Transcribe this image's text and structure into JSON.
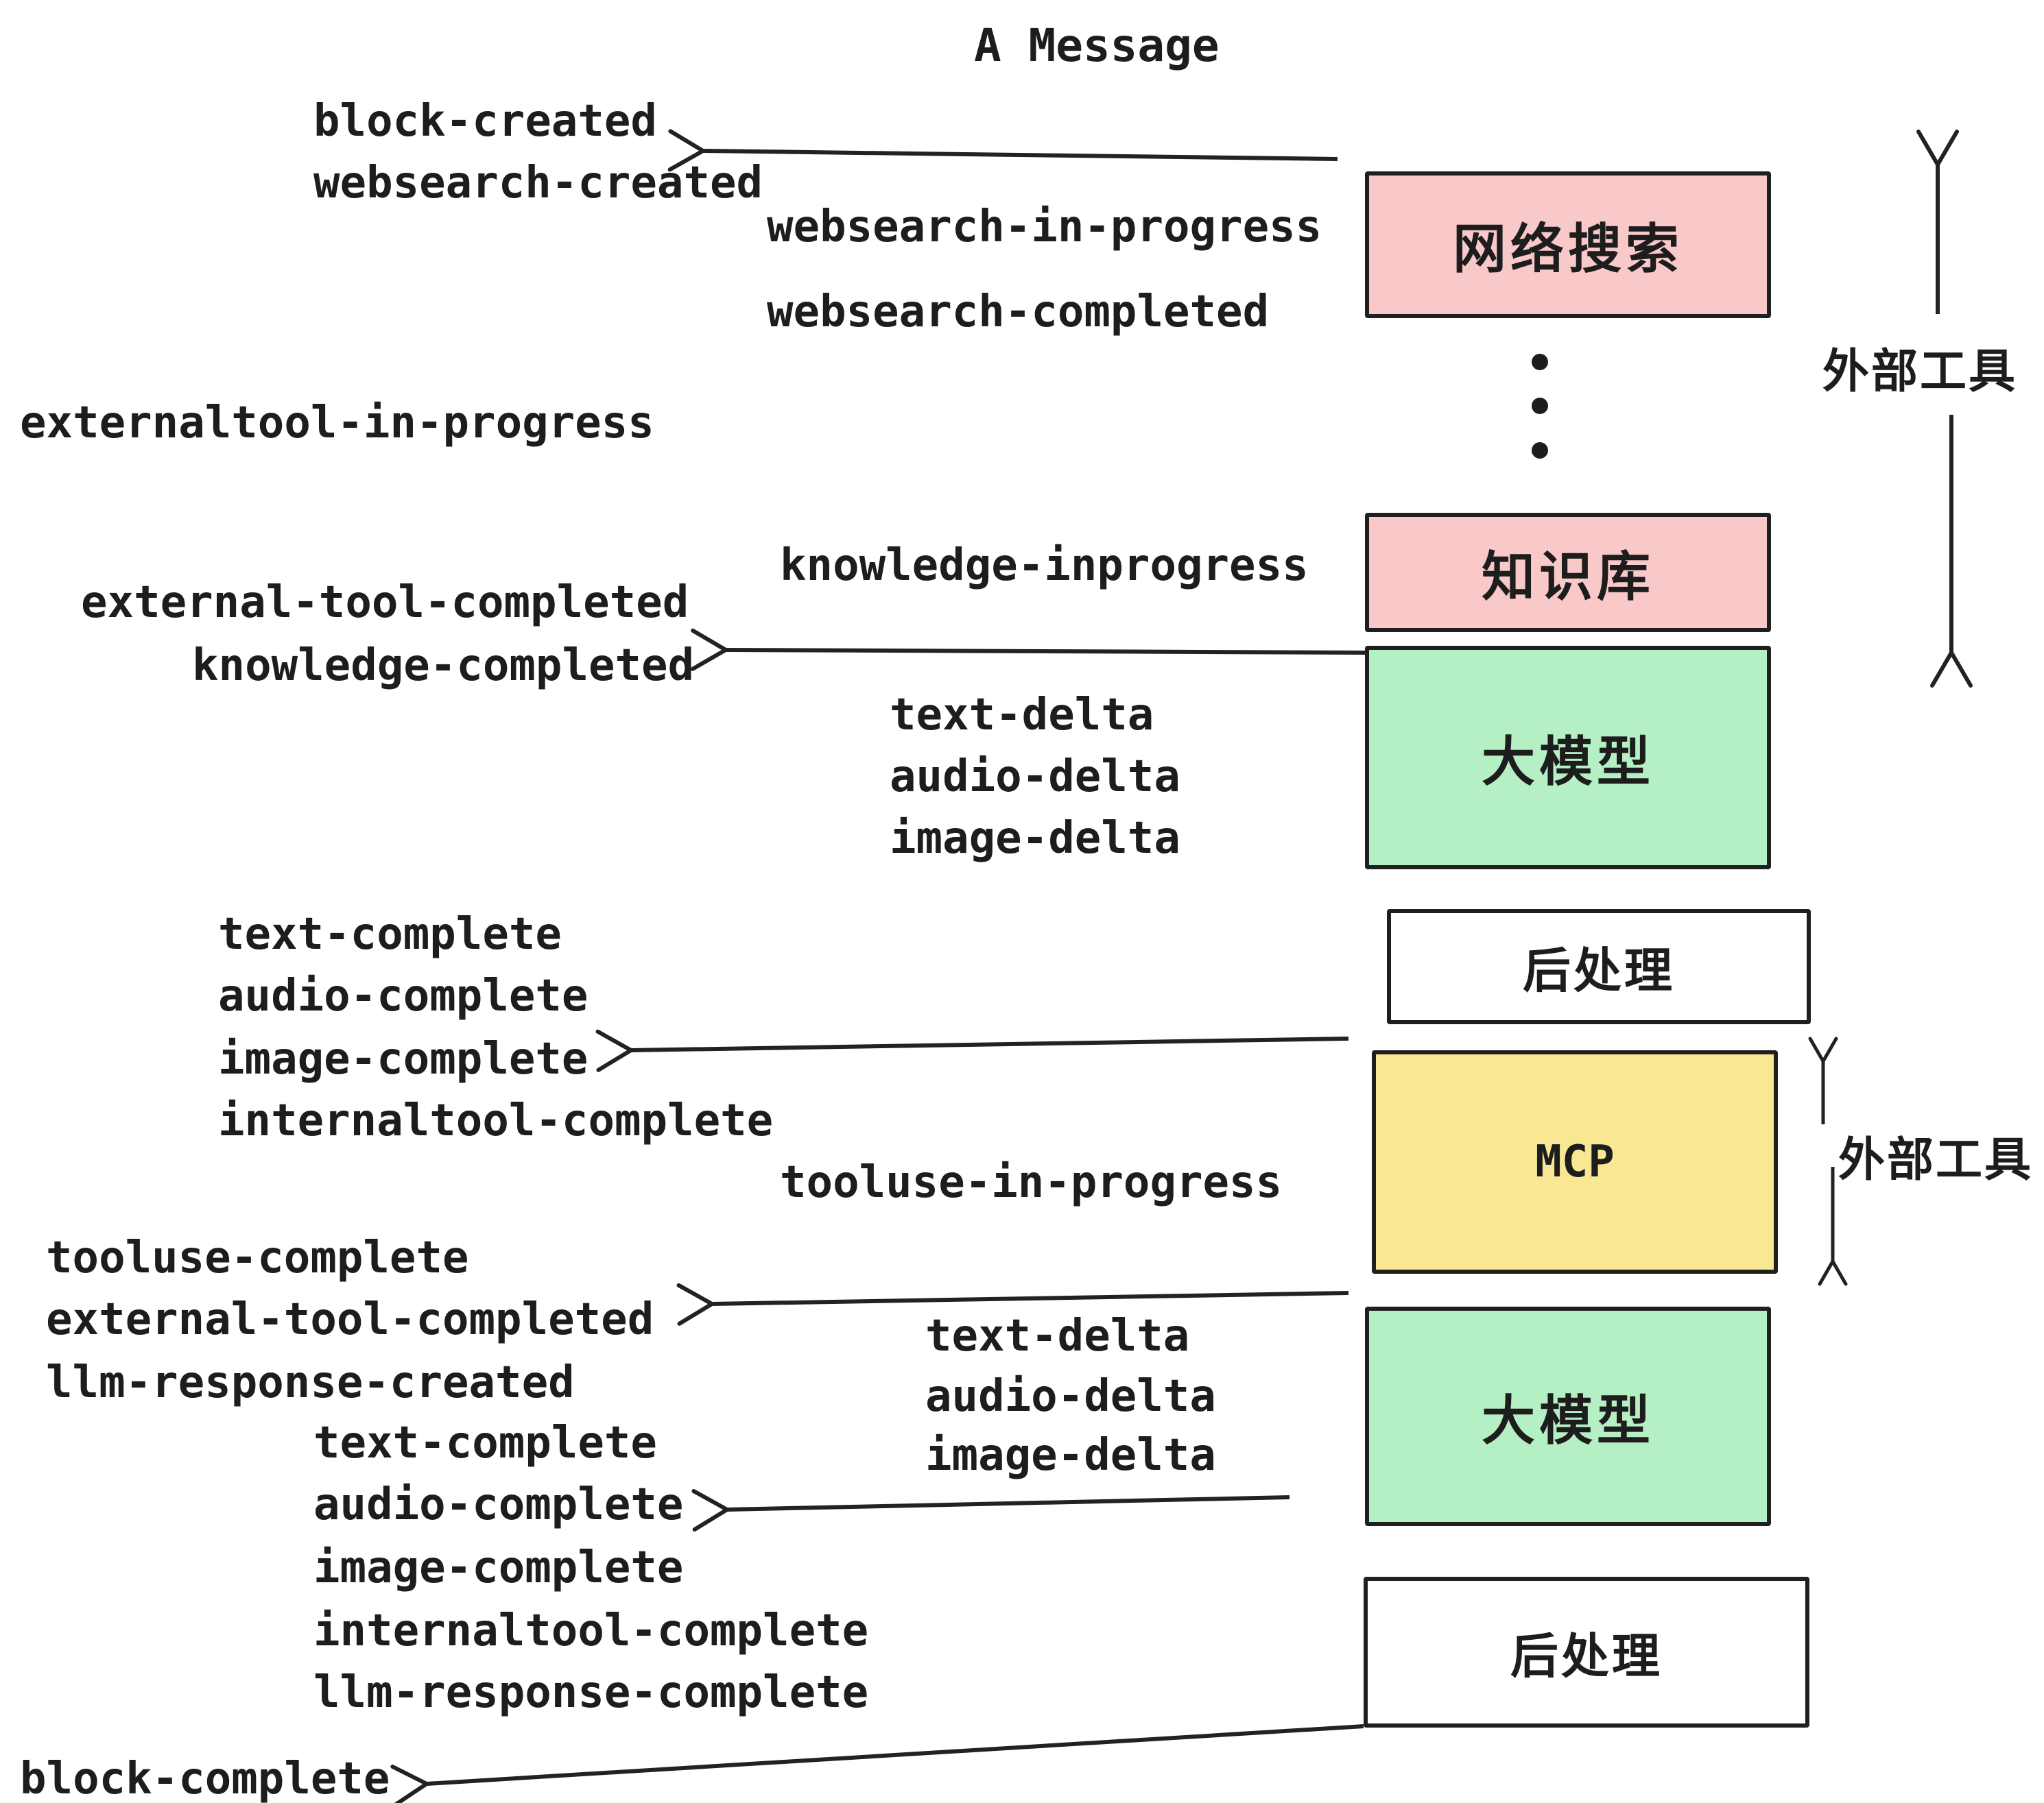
{
  "title": "A Message",
  "events": {
    "block_created": "block-created",
    "websearch_created": "websearch-created",
    "websearch_in_progress": "websearch-in-progress",
    "websearch_completed": "websearch-completed",
    "externaltool_in_progress": "externaltool-in-progress",
    "knowledge_inprogress": "knowledge-inprogress",
    "external_tool_completed": "external-tool-completed",
    "knowledge_completed": "knowledge-completed",
    "text_delta": "text-delta",
    "audio_delta": "audio-delta",
    "image_delta": "image-delta",
    "text_complete": "text-complete",
    "audio_complete": "audio-complete",
    "image_complete": "image-complete",
    "internaltool_complete": "internaltool-complete",
    "tooluse_in_progress": "tooluse-in-progress",
    "tooluse_complete": "tooluse-complete",
    "llm_response_created": "llm-response-created",
    "llm_response_complete": "llm-response-complete",
    "block_complete": "block-complete"
  },
  "boxes": [
    {
      "id": "websearch",
      "label": "网络搜索",
      "fill": "#f9c9c9"
    },
    {
      "id": "knowledge-base",
      "label": "知识库",
      "fill": "#f9c9c9"
    },
    {
      "id": "llm-1",
      "label": "大模型",
      "fill": "#b5efc4"
    },
    {
      "id": "postprocess-1",
      "label": "后处理",
      "fill": "#ffffff"
    },
    {
      "id": "mcp",
      "label": "MCP",
      "fill": "#f9e794"
    },
    {
      "id": "llm-2",
      "label": "大模型",
      "fill": "#b5efc4"
    },
    {
      "id": "postprocess-2",
      "label": "后处理",
      "fill": "#ffffff"
    }
  ],
  "side_annotations": [
    {
      "label": "外部工具"
    },
    {
      "label": "外部工具"
    }
  ],
  "colors": {
    "pink": "#f9c9c9",
    "green": "#b5efc4",
    "yellow": "#f9e794",
    "white": "#ffffff",
    "border": "#1f1f1f",
    "text": "#1d1d1d",
    "arrow": "#222222"
  }
}
